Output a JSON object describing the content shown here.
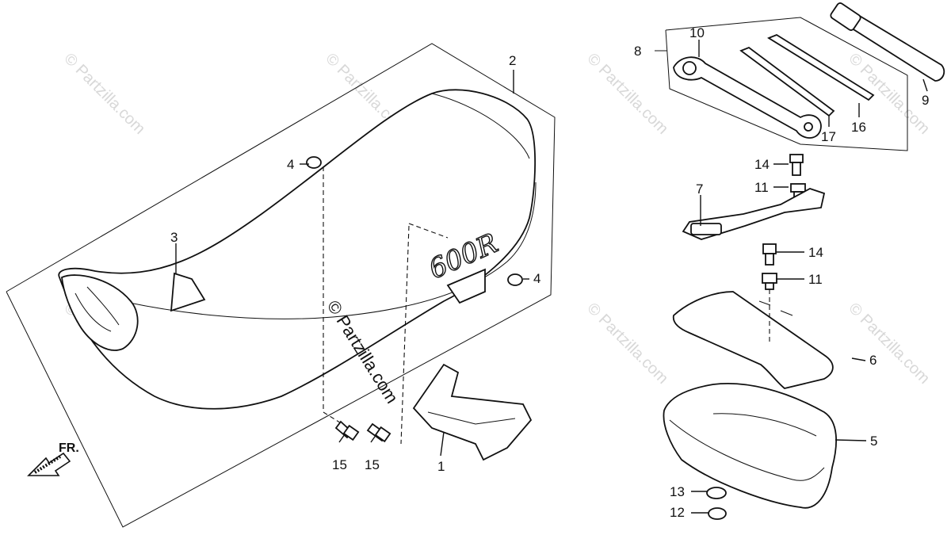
{
  "watermark": {
    "text": "© Partzilla.com",
    "main_text": "© Partzilla.com"
  },
  "direction_label": "FR.",
  "seat_logo": "600R",
  "callouts": {
    "c1": "1",
    "c2": "2",
    "c3": "3",
    "c4a": "4",
    "c4b": "4",
    "c5": "5",
    "c6": "6",
    "c7": "7",
    "c8": "8",
    "c9": "9",
    "c10": "10",
    "c11a": "11",
    "c11b": "11",
    "c12": "12",
    "c13": "13",
    "c14a": "14",
    "c14b": "14",
    "c15a": "15",
    "c15b": "15",
    "c16": "16",
    "c17": "17"
  }
}
